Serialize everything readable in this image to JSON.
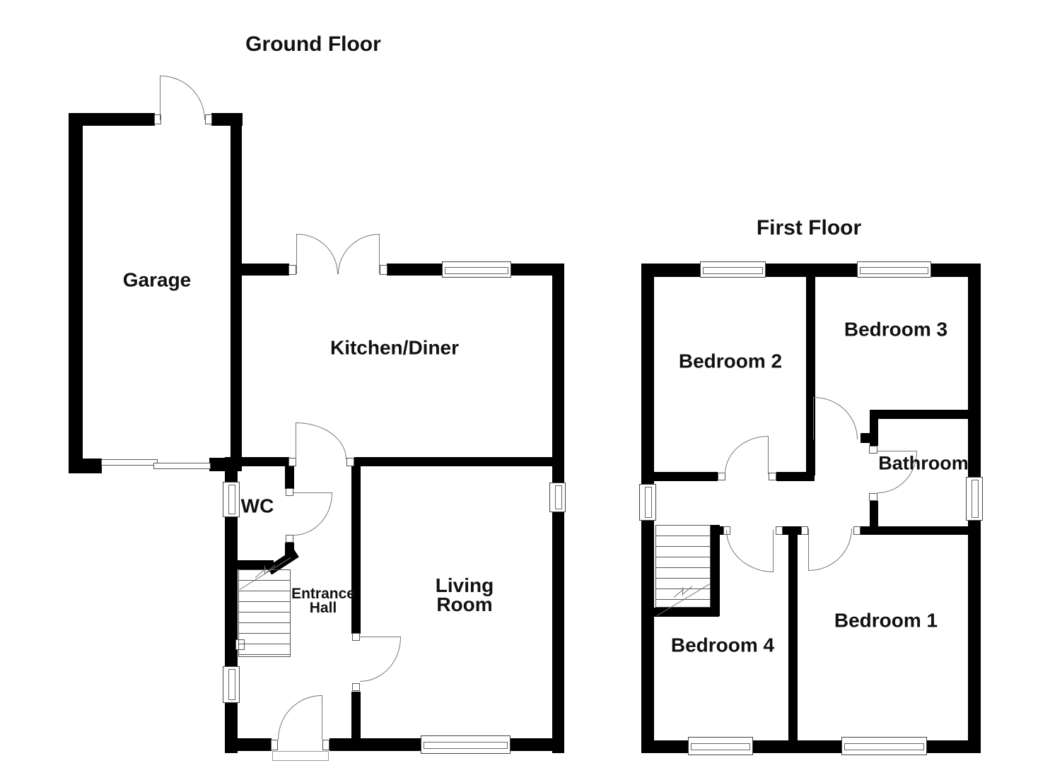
{
  "colors": {
    "background": "#ffffff",
    "walls": "#000000",
    "door_swing_lines": "#777777",
    "window_frame_lines": "#444444",
    "label_text": "#111111"
  },
  "floors": {
    "ground": {
      "title": "Ground Floor",
      "rooms": {
        "garage": "Garage",
        "kitchen": "Kitchen/Diner",
        "wc": "WC",
        "entrance_hall_line1": "Entrance",
        "entrance_hall_line2": "Hall",
        "living_line1": "Living",
        "living_line2": "Room"
      }
    },
    "first": {
      "title": "First Floor",
      "rooms": {
        "bedroom2": "Bedroom 2",
        "bedroom3": "Bedroom 3",
        "bathroom": "Bathroom",
        "bedroom4": "Bedroom 4",
        "bedroom1": "Bedroom 1"
      }
    }
  }
}
